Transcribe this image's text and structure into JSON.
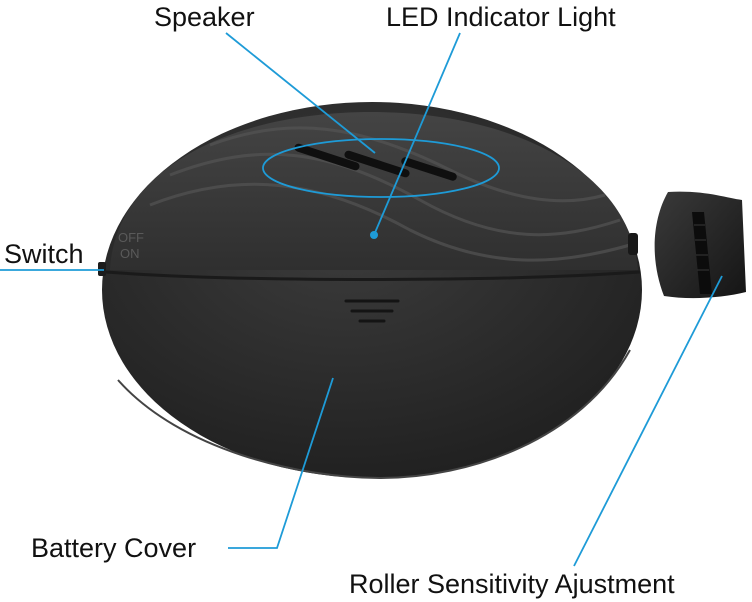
{
  "labels": {
    "speaker": "Speaker",
    "led": "LED Indicator Light",
    "switch": "Switch",
    "battery": "Battery Cover",
    "roller": "Roller Sensitivity Ajustment"
  },
  "device_text": {
    "off": "OFF",
    "on": "ON"
  },
  "colors": {
    "callout": "#1e9bd7",
    "device_body": "#2b2b2b",
    "device_top": "#353535",
    "background": "#ffffff"
  },
  "icons": {
    "speaker_grille": "speaker-grille-icon",
    "led": "led-dot-icon",
    "cover_grip": "grip-lines-icon"
  }
}
